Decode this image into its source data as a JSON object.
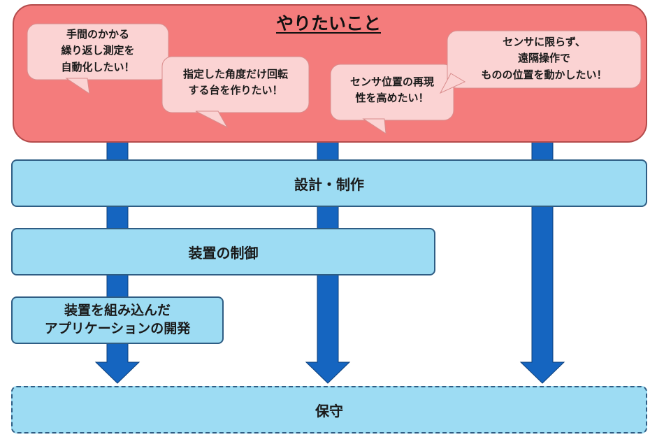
{
  "header": {
    "title": "やりたいこと"
  },
  "wishes": [
    {
      "lines": [
        "手間のかかる",
        "繰り返し測定を",
        "自動化したい！"
      ]
    },
    {
      "lines": [
        "指定した角度だけ回転",
        "する台を作りたい！"
      ]
    },
    {
      "lines": [
        "センサ位置の再現",
        "性を高めたい！"
      ]
    },
    {
      "lines": [
        "センサに限らず、",
        "遠隔操作で",
        "ものの位置を動かしたい！"
      ]
    }
  ],
  "stages": {
    "design": "設計・制作",
    "control": "装置の制御",
    "app_line1": "装置を組み込んだ",
    "app_line2": "アプリケーションの開発",
    "maintenance": "保守"
  },
  "colors": {
    "top_fill": "#f47c7c",
    "bubble_fill": "#fbd3d3",
    "stage_fill": "#9ddcf3",
    "stage_border": "#2e5d84",
    "arrow": "#1565c0"
  }
}
